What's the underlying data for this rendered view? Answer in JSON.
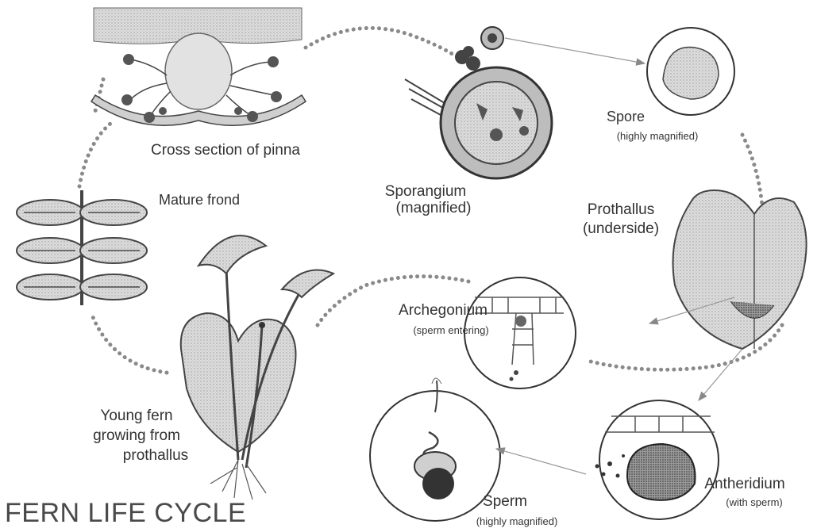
{
  "title": "FERN LIFE CYCLE",
  "labels": {
    "cross_section": "Cross section of pinna",
    "sporangium": "Sporangium",
    "sporangium_sub": "(magnified)",
    "spore": "Spore",
    "spore_sub": "(highly magnified)",
    "mature_frond": "Mature frond",
    "prothallus": "Prothallus",
    "prothallus_sub": "(underside)",
    "archegonium": "Archegonium",
    "archegonium_sub": "(sperm entering)",
    "young_fern_1": "Young fern",
    "young_fern_2": "growing from",
    "young_fern_3": "prothallus",
    "sperm": "Sperm",
    "sperm_sub": "(highly magnified)",
    "antheridium": "Antheridium",
    "antheridium_sub": "(with sperm)"
  },
  "colors": {
    "dots": "#8a8a8a",
    "line": "#555555",
    "fill": "#d8d8d8",
    "dark": "#333333",
    "arrow": "#999999"
  }
}
